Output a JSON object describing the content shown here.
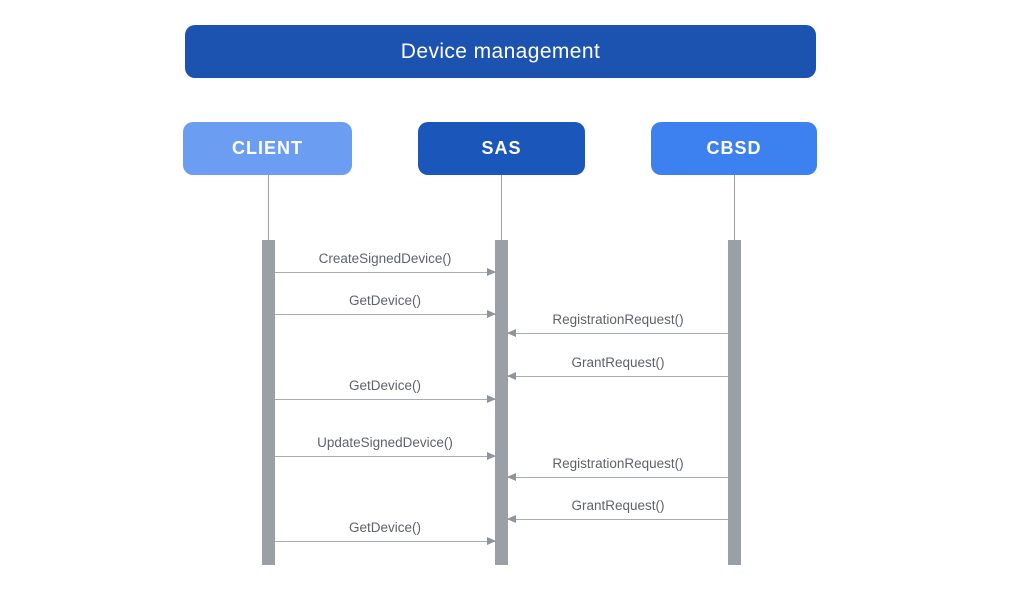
{
  "diagram_type": "uml-sequence-diagram",
  "title": {
    "label": "Device management"
  },
  "actors": [
    {
      "id": "client",
      "label": "CLIENT",
      "color": "#6b9ef3"
    },
    {
      "id": "sas",
      "label": "SAS",
      "color": "#1b56bb"
    },
    {
      "id": "cbsd",
      "label": "CBSD",
      "color": "#3d81f0"
    }
  ],
  "messages": [
    {
      "label": "CreateSignedDevice()",
      "from": "CLIENT",
      "to": "SAS",
      "direction": "right"
    },
    {
      "label": "GetDevice()",
      "from": "CLIENT",
      "to": "SAS",
      "direction": "right"
    },
    {
      "label": "RegistrationRequest()",
      "from": "CBSD",
      "to": "SAS",
      "direction": "left"
    },
    {
      "label": "GrantRequest()",
      "from": "CBSD",
      "to": "SAS",
      "direction": "left"
    },
    {
      "label": "GetDevice()",
      "from": "CLIENT",
      "to": "SAS",
      "direction": "right"
    },
    {
      "label": "UpdateSignedDevice()",
      "from": "CLIENT",
      "to": "SAS",
      "direction": "right"
    },
    {
      "label": "RegistrationRequest()",
      "from": "CBSD",
      "to": "SAS",
      "direction": "left"
    },
    {
      "label": "GrantRequest()",
      "from": "CBSD",
      "to": "SAS",
      "direction": "left"
    },
    {
      "label": "GetDevice()",
      "from": "CLIENT",
      "to": "SAS",
      "direction": "right"
    }
  ],
  "colors": {
    "title_bar": "#1d53b0",
    "client_box": "#6b9ef3",
    "sas_box": "#1b56bb",
    "cbsd_box": "#3d81f0",
    "activation_bar": "#9aa0a6",
    "arrow_line": "#a8adb3",
    "arrow_head": "#8f959b",
    "message_text": "#5f6368",
    "background": "#ffffff"
  }
}
